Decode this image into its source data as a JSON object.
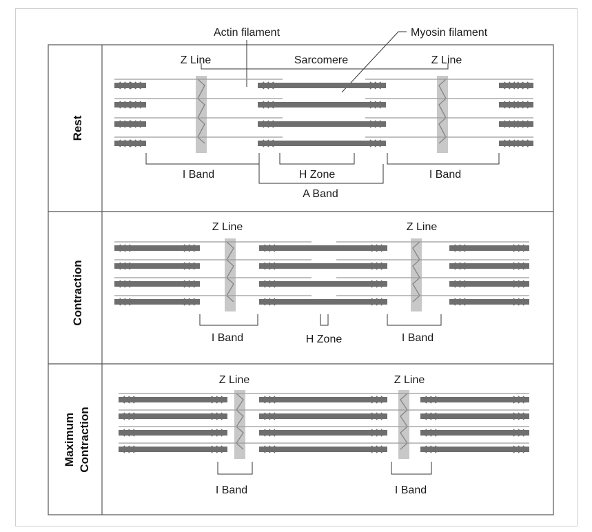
{
  "header": {
    "actin_label": "Actin filament",
    "myosin_label": "Myosin filament"
  },
  "rows": [
    {
      "key": "rest",
      "title": "Rest",
      "z_line_left": "Z Line",
      "z_line_right": "Z Line",
      "sarcomere": "Sarcomere",
      "i_band_left": "I Band",
      "i_band_right": "I Band",
      "h_zone": "H Zone",
      "a_band": "A Band"
    },
    {
      "key": "contraction",
      "title": "Contraction",
      "z_line_left": "Z Line",
      "z_line_right": "Z Line",
      "i_band_left": "I Band",
      "i_band_right": "I Band",
      "h_zone": "H Zone"
    },
    {
      "key": "maximum-contraction",
      "title_line1": "Maximum",
      "title_line2": "Contraction",
      "z_line_left": "Z Line",
      "z_line_right": "Z Line",
      "i_band_left": "I Band",
      "i_band_right": "I Band"
    }
  ],
  "colors": {
    "myosin": "#6e6e6e",
    "actin": "#9a9a9a",
    "z_disc": "#c8c8c8",
    "border": "#555555"
  }
}
